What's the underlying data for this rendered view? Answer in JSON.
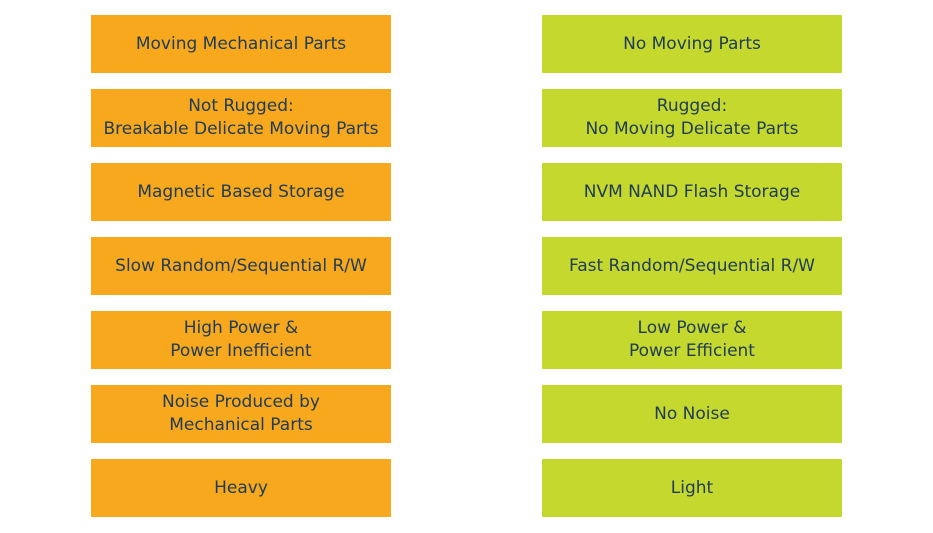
{
  "colors": {
    "left_box": "#f7a81c",
    "right_box": "#c5d82e",
    "text": "#1f3b57"
  },
  "left_column": [
    "Moving Mechanical Parts",
    "Not Rugged:\nBreakable Delicate Moving Parts",
    "Magnetic Based Storage",
    "Slow Random/Sequential R/W",
    "High Power &\nPower Inefficient",
    "Noise Produced by\nMechanical Parts",
    "Heavy"
  ],
  "right_column": [
    "No Moving Parts",
    "Rugged:\nNo Moving Delicate Parts",
    "NVM NAND Flash Storage",
    "Fast Random/Sequential R/W",
    "Low Power &\nPower Efficient",
    "No Noise",
    "Light"
  ]
}
